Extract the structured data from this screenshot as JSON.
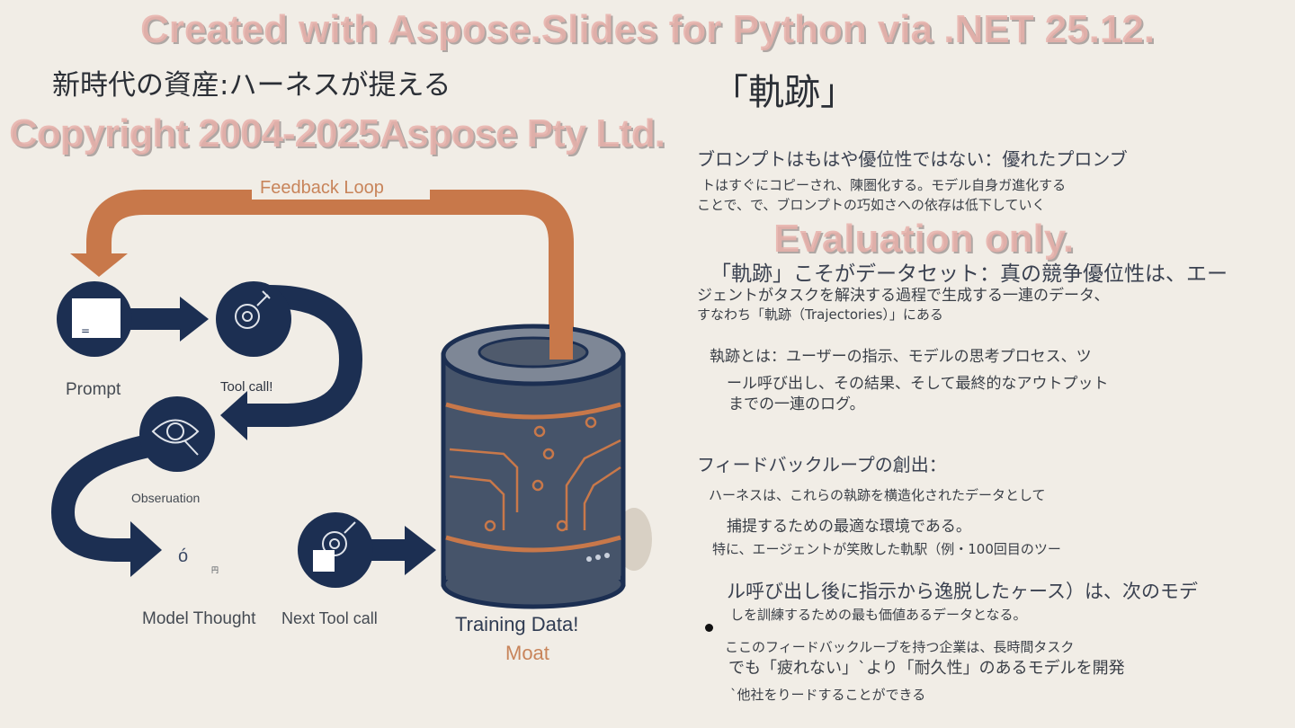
{
  "slide": {
    "title": "新時代の資産:ハーネスが提える",
    "title_right": "「軌跡」"
  },
  "diagram": {
    "feedback_label": "Feedback Loop",
    "prompt_label": "Prompt",
    "tool_call_label": "Tool call!",
    "observation_label": "Obseruation",
    "model_thought_glyph": "ó",
    "model_thought_small": "円",
    "model_thought_label": "Model Thought",
    "next_tool_label": "Next Tool call",
    "training_label": "Training Data!",
    "moat_label": "Moat",
    "prompt_icon_glyph": "=",
    "colors": {
      "navy": "#1c2f52",
      "orange": "#c8784a",
      "cylinder": "#46546a"
    }
  },
  "content": {
    "lines": [
      "ブロンプトはもはや優位性ではない：優れたプロンブ",
      "トはすぐにコピーされ、陳圏化する。モデル自身ガ進化する",
      "ことで、で、ブロンプトの巧如さへの依存は低下していく",
      "「軌跡」こそがデータセット：真の競争優位性は、エー",
      "ジェントがタスクを解決する過程で生成する一連のデータ、",
      "すなわち「軌跡（Trajectories）」にある",
      "執跡とは：ユーザーの指示、モデルの思考プロセス、ツ",
      "ール呼び出し、その結果、そして最終的なアウトプット",
      "までの一連のログ。",
      "フィードバックループの創出：",
      "ハーネスは、これらの執跡を横造化されたデータとして",
      "捕提するための最適な環境である。",
      "特に、エージェントが笑敗した軌駅（例・100回目のツー",
      "ル呼び出し後に指示から逸脱したヶース）は、次のモデ",
      "しを訓練するための最も価値あるデータとなる。",
      "ここのフィードバックルーブを持つ企業は、長時間タスク",
      "でも「疲れない」`より「耐久性」のあるモデルを開発",
      "`他社をりードすることができる"
    ]
  },
  "watermark": {
    "line1": "Evaluation only.",
    "line2": "Created with Aspose.Slides for Python via .NET 25.12.",
    "line3": "Copyright 2004-2025Aspose Pty Ltd."
  }
}
